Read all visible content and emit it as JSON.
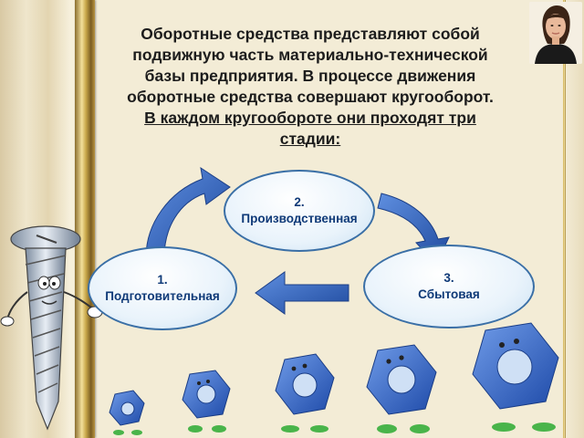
{
  "header": {
    "line_1": "Оборотные средства представляют собой",
    "line_2": "подвижную часть материально-технической",
    "line_3": "базы предприятия. В процессе движения",
    "line_4": "оборотные средства совершают кругооборот.",
    "underlined_1": "В каждом кругообороте они проходят три",
    "underlined_2": "стадии:"
  },
  "stages": [
    {
      "number": "1.",
      "name": "Подготовительная"
    },
    {
      "number": "2.",
      "name": "Производственная"
    },
    {
      "number": "3.",
      "name": "Сбытовая"
    }
  ],
  "colors": {
    "arrow": "#2f5fb8",
    "nut": "#2f61c4",
    "stage_border": "#3a6fa6",
    "stage_text": "#0f3a78",
    "pillar": "#c9a84a",
    "background": "#f3ecd6"
  },
  "icons": {
    "screw": "screw-character-icon",
    "nuts": "nut-character-icon",
    "portrait": "presenter-portrait-icon"
  }
}
